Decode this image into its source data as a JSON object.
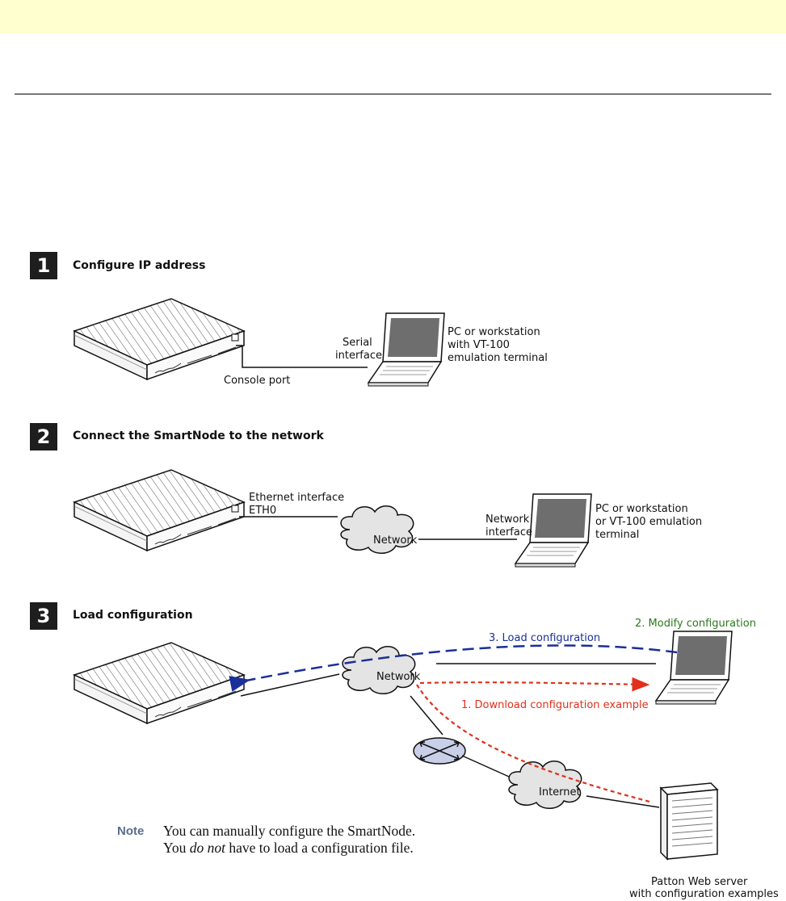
{
  "steps": [
    {
      "number": "1",
      "title": "Configure IP address"
    },
    {
      "number": "2",
      "title": "Connect the SmartNode to the network"
    },
    {
      "number": "3",
      "title": "Load configuration"
    }
  ],
  "step1": {
    "console_port": "Console port",
    "serial_interface": [
      "Serial",
      "interface"
    ],
    "pc_label": [
      "PC or workstation",
      "with VT-100",
      "emulation terminal"
    ]
  },
  "step2": {
    "ethernet_label": [
      "Ethernet interface",
      "ETH0"
    ],
    "network": "Network",
    "network_interface": [
      "Network",
      "interface"
    ],
    "pc_label": [
      "PC or workstation",
      "or VT-100 emulation",
      "terminal"
    ]
  },
  "step3": {
    "network": "Network",
    "internet": "Internet",
    "load_config": "3. Load configuration",
    "modify_config": "2. Modify configuration",
    "download_config": "1. Download configuration example",
    "server_label": [
      "Patton Web server",
      "with configuration examples"
    ]
  },
  "note": {
    "label": "Note",
    "text_before": "You can manually configure the SmartNode. You ",
    "text_emphasis": "do not",
    "text_after": " have to load a configuration file."
  },
  "colors": {
    "header_band": "#ffffd0",
    "load_arrow": "#1a2f9a",
    "download_arrow": "#e0301c",
    "modify_text": "#2a7a1c",
    "note_label": "#5b6d8c"
  }
}
